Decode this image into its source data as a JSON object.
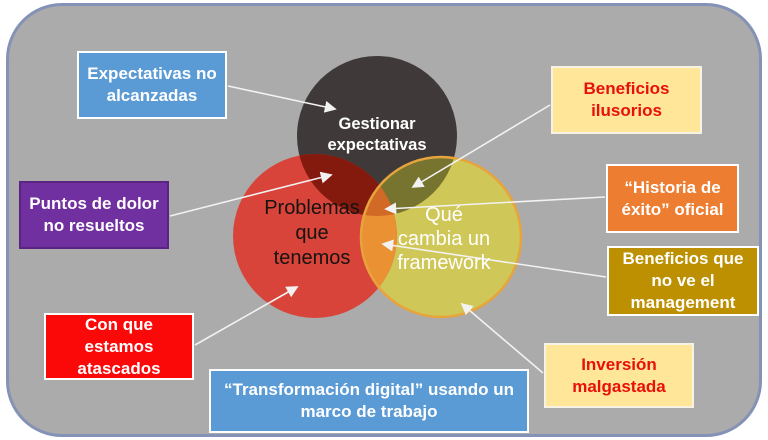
{
  "colors": {
    "slide_bg": "#ABABAB",
    "slide_border": "#8493B5",
    "dark_circle": "#3F3A39",
    "red_circle": "#D8443A",
    "yellow_circle": "#CFC757",
    "yellow_stroke": "#E8A43C",
    "overlap_red_dark": "#84190E",
    "overlap_dark_yellow": "#76742F",
    "overlap_red_yellow": "#EA9134",
    "overlap_triple": "#D06A26",
    "connector": "#F2F2F2",
    "blue_box": "#5B9BD5",
    "purple_box": "#7030A0",
    "purple_border": "#5A2483",
    "red_box": "#FB0808",
    "cream_box": "#FFE699",
    "cream_border": "#F7F3E4",
    "orange_box": "#ED7D31",
    "gold_box": "#BC9000",
    "box_border_white": "#FFFFFF",
    "red_text": "#E8100A"
  },
  "venn": {
    "labels": {
      "gestionar": "Gestionar\nexpectativas",
      "problemas": "Problemas\nque\ntenemos",
      "framework": "Qué\ncambia un\nframework"
    }
  },
  "callouts": {
    "expectativas": {
      "label": "Expectativas no\nalcanzadas"
    },
    "puntos": {
      "label": "Puntos de dolor\nno resueltos"
    },
    "con_que": {
      "label": "Con que\nestamos\natascados"
    },
    "transformacion": {
      "label": "“Transformación digital” usando un\nmarco de trabajo"
    },
    "beneficios_ilusorios": {
      "label": "Beneficios\nilusorios"
    },
    "historia": {
      "label": "“Historia de\néxito” oficial"
    },
    "beneficios_management": {
      "label": "Beneficios que\nno ve el\nmanagement"
    },
    "inversion": {
      "label": "Inversión\nmalgastada"
    }
  }
}
